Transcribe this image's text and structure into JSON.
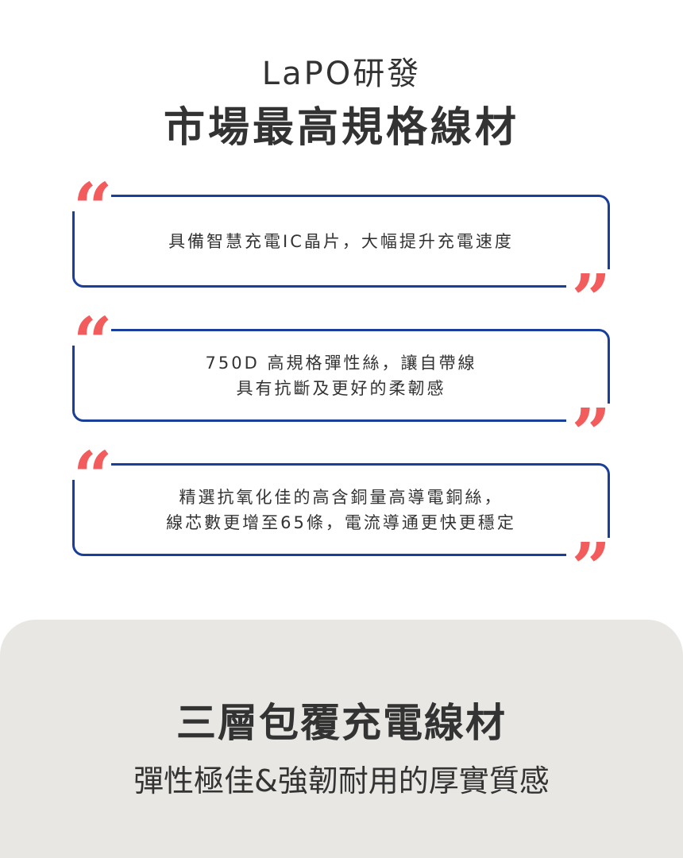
{
  "header": {
    "subtitle": "LaPO研發",
    "title": "市場最高規格線材"
  },
  "features": [
    {
      "lines": [
        "具備智慧充電IC晶片，大幅提升充電速度"
      ]
    },
    {
      "lines": [
        "750D 高規格彈性絲，讓自帶線",
        "具有抗斷及更好的柔韌感"
      ]
    },
    {
      "lines": [
        "精選抗氧化佳的高含銅量高導電銅絲，",
        "線芯數更增至65條，電流導通更快更穩定"
      ]
    }
  ],
  "quote_open": "“",
  "quote_close": "”",
  "section": {
    "title": "三層包覆充電線材",
    "subtitle": "彈性極佳&強韌耐用的厚實質感"
  },
  "colors": {
    "frame": "#1a3f99",
    "quote": "#f25c5c",
    "panel": "#e8e7e3"
  }
}
